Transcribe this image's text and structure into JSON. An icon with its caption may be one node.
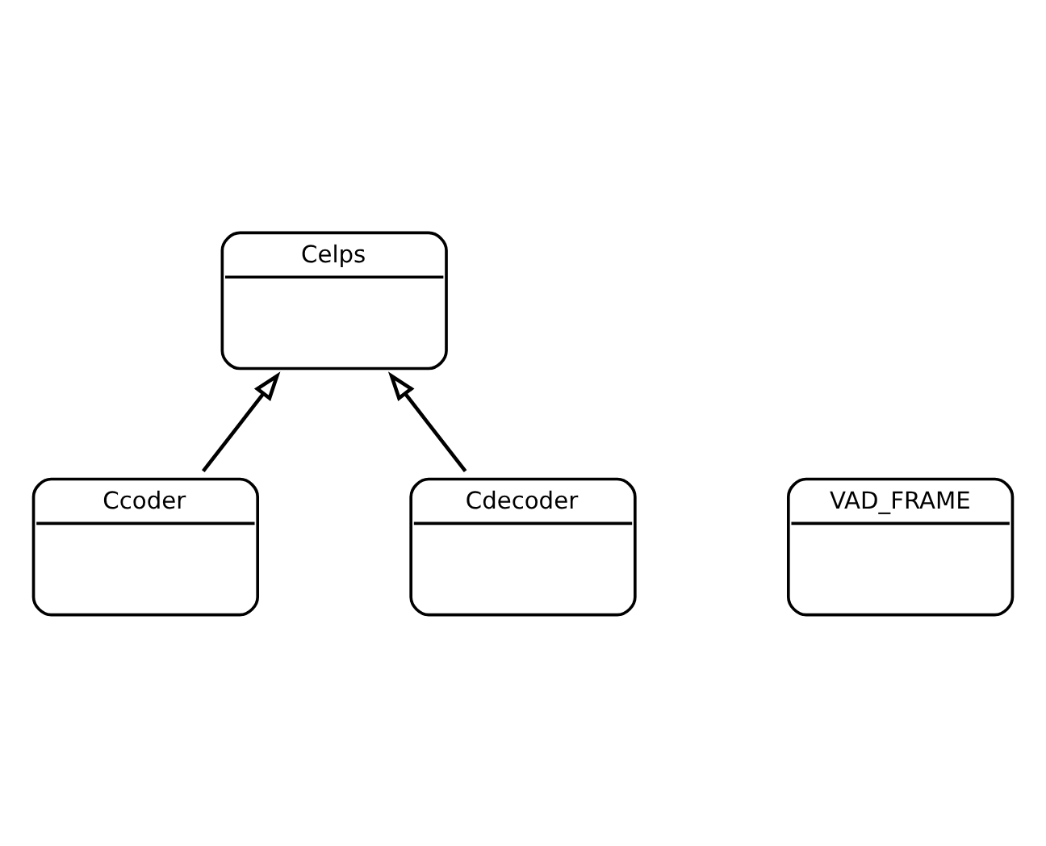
{
  "diagram": {
    "nodes": [
      {
        "text": [
          "Celps"
        ]
      },
      {
        "text": [
          "Ccoder"
        ]
      },
      {
        "text": [
          "Cdecoder"
        ]
      },
      {
        "text": [
          "VAD_FRAME"
        ]
      }
    ],
    "edges": [
      {
        "from": 1,
        "to": 0,
        "arrow": "to"
      },
      {
        "from": 2,
        "to": 0,
        "arrow": "to"
      }
    ]
  }
}
